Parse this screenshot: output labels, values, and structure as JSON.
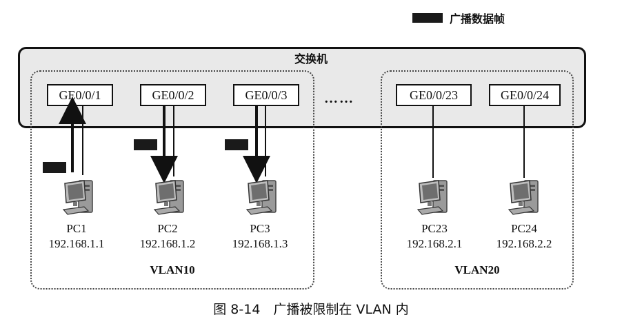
{
  "legend": {
    "label": "广播数据帧"
  },
  "switch": {
    "label": "交换机"
  },
  "ellipsis": "……",
  "ports": [
    {
      "id": "p1",
      "label": "GE0/0/1"
    },
    {
      "id": "p2",
      "label": "GE0/0/2"
    },
    {
      "id": "p3",
      "label": "GE0/0/3"
    },
    {
      "id": "p23",
      "label": "GE0/0/23"
    },
    {
      "id": "p24",
      "label": "GE0/0/24"
    }
  ],
  "pcs": [
    {
      "name": "PC1",
      "ip": "192.168.1.1"
    },
    {
      "name": "PC2",
      "ip": "192.168.1.2"
    },
    {
      "name": "PC3",
      "ip": "192.168.1.3"
    },
    {
      "name": "PC23",
      "ip": "192.168.2.1"
    },
    {
      "name": "PC24",
      "ip": "192.168.2.2"
    }
  ],
  "vlans": [
    {
      "label": "VLAN10"
    },
    {
      "label": "VLAN20"
    }
  ],
  "caption": "图 8-14　广播被限制在 VLAN 内",
  "colors": {
    "switch_fill": "#e9e9e9",
    "frame": "#1a1a1a",
    "line": "#111111"
  }
}
